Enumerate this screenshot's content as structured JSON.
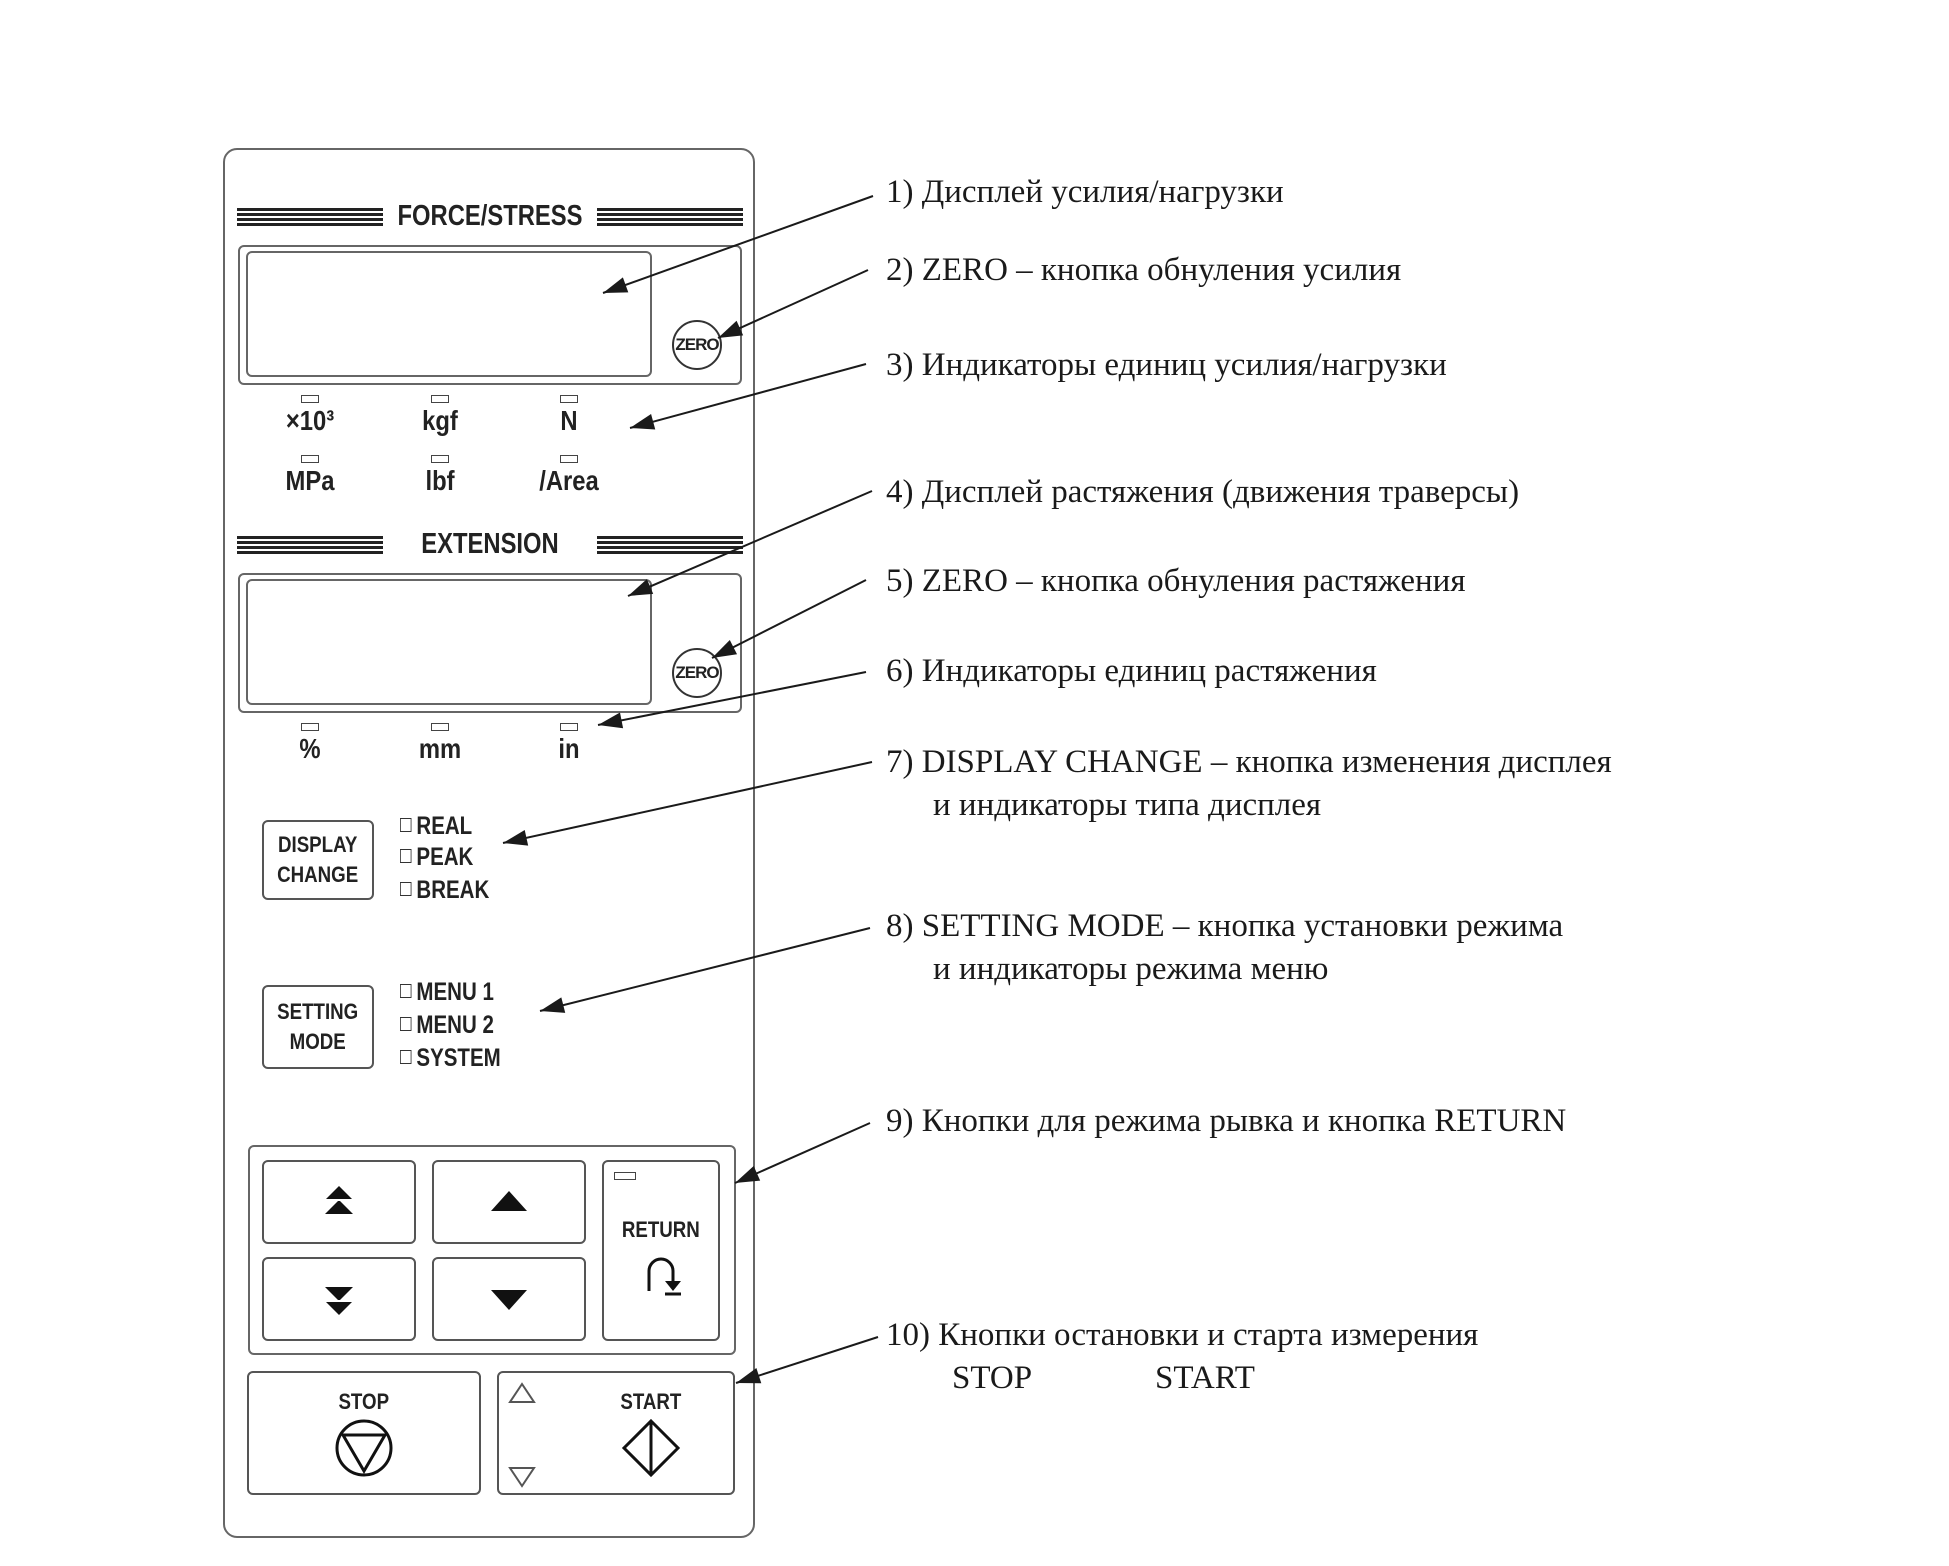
{
  "panel": {
    "force_section": {
      "title": "FORCE/STRESS",
      "zero_label": "ZERO",
      "units_row1": [
        "×10³",
        "kgf",
        "N"
      ],
      "units_row2": [
        "MPa",
        "lbf",
        "/Area"
      ]
    },
    "extension_section": {
      "title": "EXTENSION",
      "zero_label": "ZERO",
      "units": [
        "%",
        "mm",
        "in"
      ]
    },
    "display_change": {
      "label": "DISPLAY\nCHANGE",
      "indicators": [
        "REAL",
        "PEAK",
        "BREAK"
      ]
    },
    "setting_mode": {
      "label": "SETTING\nMODE",
      "indicators": [
        "MENU 1",
        "MENU 2",
        "SYSTEM"
      ]
    },
    "jog": {
      "return_label": "RETURN",
      "icons": [
        "double-up-arrow-icon",
        "up-arrow-icon",
        "double-down-arrow-icon",
        "down-arrow-icon",
        "return-icon"
      ]
    },
    "stop_label": "STOP",
    "start_label": "START"
  },
  "annotations": [
    {
      "text": "1) Дисплей усилия/нагрузки"
    },
    {
      "text": "2) ZERO – кнопка обнуления усилия"
    },
    {
      "text": "3) Индикаторы единиц усилия/нагрузки"
    },
    {
      "text": "4) Дисплей растяжения (движения траверсы)"
    },
    {
      "text": "5) ZERO – кнопка обнуления растяжения"
    },
    {
      "text": "6) Индикаторы единиц растяжения"
    },
    {
      "text": "7) DISPLAY CHANGE – кнопка изменения дисплея",
      "line2": "и индикаторы типа дисплея"
    },
    {
      "text": "8) SETTING MODE – кнопка установки режима",
      "line2": "и индикаторы режима меню"
    },
    {
      "text": "9) Кнопки для режима рывка и кнопка RETURN"
    },
    {
      "text": "10) Кнопки остановки и старта измерения",
      "line2a": "STOP",
      "line2b": "START"
    }
  ],
  "colors": {
    "line": "#1a1a1a",
    "border": "#666666",
    "background": "#ffffff"
  }
}
